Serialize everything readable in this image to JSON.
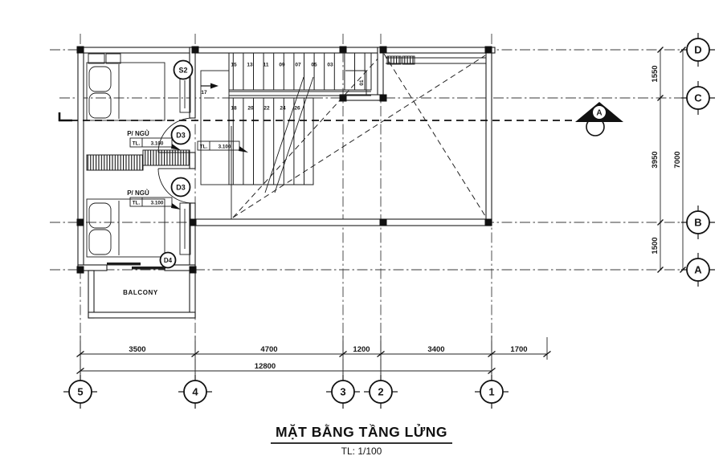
{
  "title": {
    "main": "MẶT BẰNG TẦNG LỬNG",
    "scale": "TL: 1/100"
  },
  "colors": {
    "ink": "#1b1b1b",
    "paper": "#ffffff"
  },
  "grid_bubbles": {
    "columns": [
      "5",
      "4",
      "3",
      "2",
      "1"
    ],
    "rows": [
      "D",
      "C",
      "B",
      "A"
    ]
  },
  "dimensions": {
    "bottom_chain": [
      "3500",
      "4700",
      "1200",
      "3400",
      "1700"
    ],
    "bottom_total": "12800",
    "right_chain": [
      "1550",
      "3950",
      "1500"
    ],
    "right_total": "7000"
  },
  "rooms": {
    "bedroom_top_label": "P/ NGỦ",
    "bedroom_bottom_label": "P/ NGỦ",
    "balcony_label": "BALCONY",
    "level_prefix": "TL.",
    "level_value": "3.100"
  },
  "tags": {
    "window": "S2",
    "door_top": "D3",
    "door_mid": "D3",
    "door_balcony": "D4"
  },
  "stair": {
    "turn_step": "17",
    "top_run": [
      "15",
      "13",
      "11",
      "09",
      "07",
      "05",
      "03"
    ],
    "last_step": "01",
    "bottom_run": [
      "18",
      "20",
      "22",
      "24",
      "26"
    ]
  },
  "section": {
    "label": "A"
  }
}
